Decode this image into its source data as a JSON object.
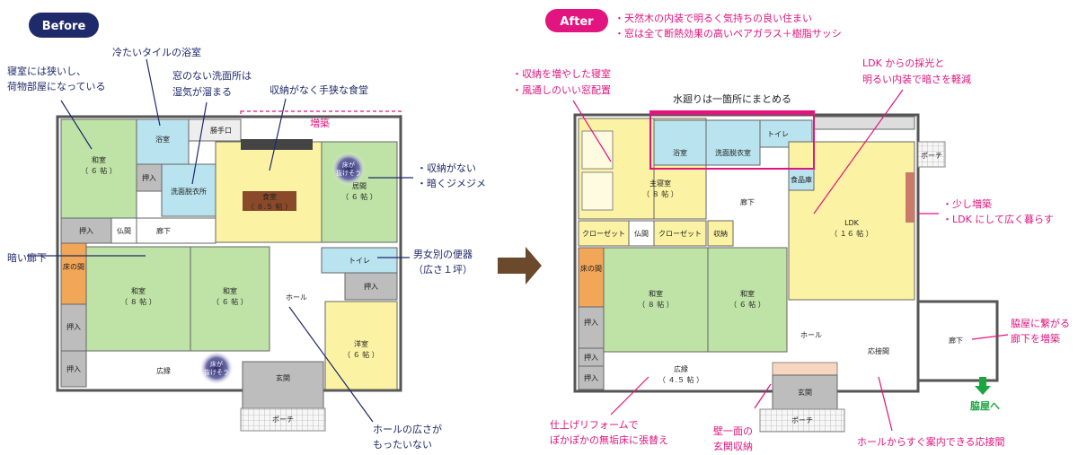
{
  "headers": {
    "before": "Before",
    "after": "After"
  },
  "colors": {
    "navy": "#1f2a6b",
    "magenta": "#e2147f",
    "tatami": "#bfe3a6",
    "bath": "#b9e3ee",
    "dining": "#fbf3a3",
    "toko": "#f2a658",
    "storage": "#bdbdbd",
    "arrow": "#6b4a2c"
  },
  "after_top_notes": [
    "・天然木の内装で明るく気持ちの良い住まい",
    "・窓は全て断熱効果の高いペアガラス＋樹脂サッシ"
  ],
  "before_rooms": {
    "washitsu6_a": "和室",
    "washitsu6_a_size": "（ ６ 帖 ）",
    "bath": "浴室",
    "katteguchi": "勝手口",
    "oshiire1": "押入",
    "senmen": "洗面脱衣所",
    "shokudo": "食室",
    "shokudo_size": "（ ８.５ 帖 ）",
    "ima": "居間",
    "ima_size": "（ ６ 帖 ）",
    "oshiire2": "押入",
    "butsuma": "仏間",
    "roka": "廊下",
    "toko": "床の間",
    "washitsu8": "和室",
    "washitsu8_size": "（ ８ 帖 ）",
    "washitsu6_b": "和室",
    "washitsu6_b_size": "（ ６ 帖 ）",
    "toilet": "トイレ",
    "oshiire3": "押入",
    "hall": "ホール",
    "oshiire4": "押入",
    "oshiire5": "押入",
    "youshitsu": "洋室",
    "youshitsu_size": "（ ６ 帖 ）",
    "hiroen": "広縁",
    "genkan": "玄関",
    "porch": "ポーチ",
    "floor_badge_1": "床が",
    "floor_badge_2": "抜けそう"
  },
  "before_notes": {
    "cold_bath": "冷たいタイルの浴室",
    "bedroom_1": "寝室には狭いし、",
    "bedroom_2": "荷物部屋になっている",
    "washroom_1": "窓のない洗面所は",
    "washroom_2": "湿気が溜まる",
    "dining": "収納がなく手狭な食堂",
    "extension": "増築",
    "no_storage": "・収納がない",
    "damp": "・暗くジメジメ",
    "dark_corridor": "暗い廊下",
    "toilet_1": "男女別の便器",
    "toilet_2": "（広さ１坪）",
    "hall_1": "ホールの広さが",
    "hall_2": "もったいない"
  },
  "after_rooms": {
    "master": "主寝室",
    "master_size": "（ ８ 帖 ）",
    "bath": "浴室",
    "senmen": "洗面脱衣室",
    "toilet": "トイレ",
    "pantry": "食品庫",
    "roka": "廊下",
    "ldk": "LDK",
    "ldk_size": "（ １６ 帖 ）",
    "porch_top": "ポーチ",
    "closet1": "クローゼット",
    "butsuma": "仏間",
    "closet2": "クローゼット",
    "storage": "収納",
    "toko": "床の間",
    "washitsu8": "和室",
    "washitsu8_size": "（ ８ 帖 ）",
    "washitsu6": "和室",
    "washitsu6_size": "（ ６ 帖 ）",
    "hall": "ホール",
    "reception": "応接間",
    "roka2": "廊下",
    "oshiire1": "押入",
    "oshiire2": "押入",
    "oshiire3": "押入",
    "hiroen": "広縁",
    "hiroen_size": "（ ４.５ 帖 ）",
    "genkan": "玄関",
    "porch": "ポーチ"
  },
  "after_notes": {
    "bedroom_1": "・収納を増やした寝室",
    "bedroom_2": "・風通しのいい窓配置",
    "water": "水廻りは一箇所にまとめる",
    "ldk_light_1": "LDK からの採光と",
    "ldk_light_2": "明るい内装で暗さを軽減",
    "ext_1": "・少し増築",
    "ext_2": "・LDK にして広く暮らす",
    "annex_1": "脇屋に繋がる",
    "annex_2": "廊下を増築",
    "annex_arrow": "脇屋へ",
    "floor_1": "仕上げリフォームで",
    "floor_2": "ぽかぽかの無垢床に張替え",
    "entry_1": "壁一面の",
    "entry_2": "玄関収納",
    "reception": "ホールからすぐ案内できる応接間"
  }
}
